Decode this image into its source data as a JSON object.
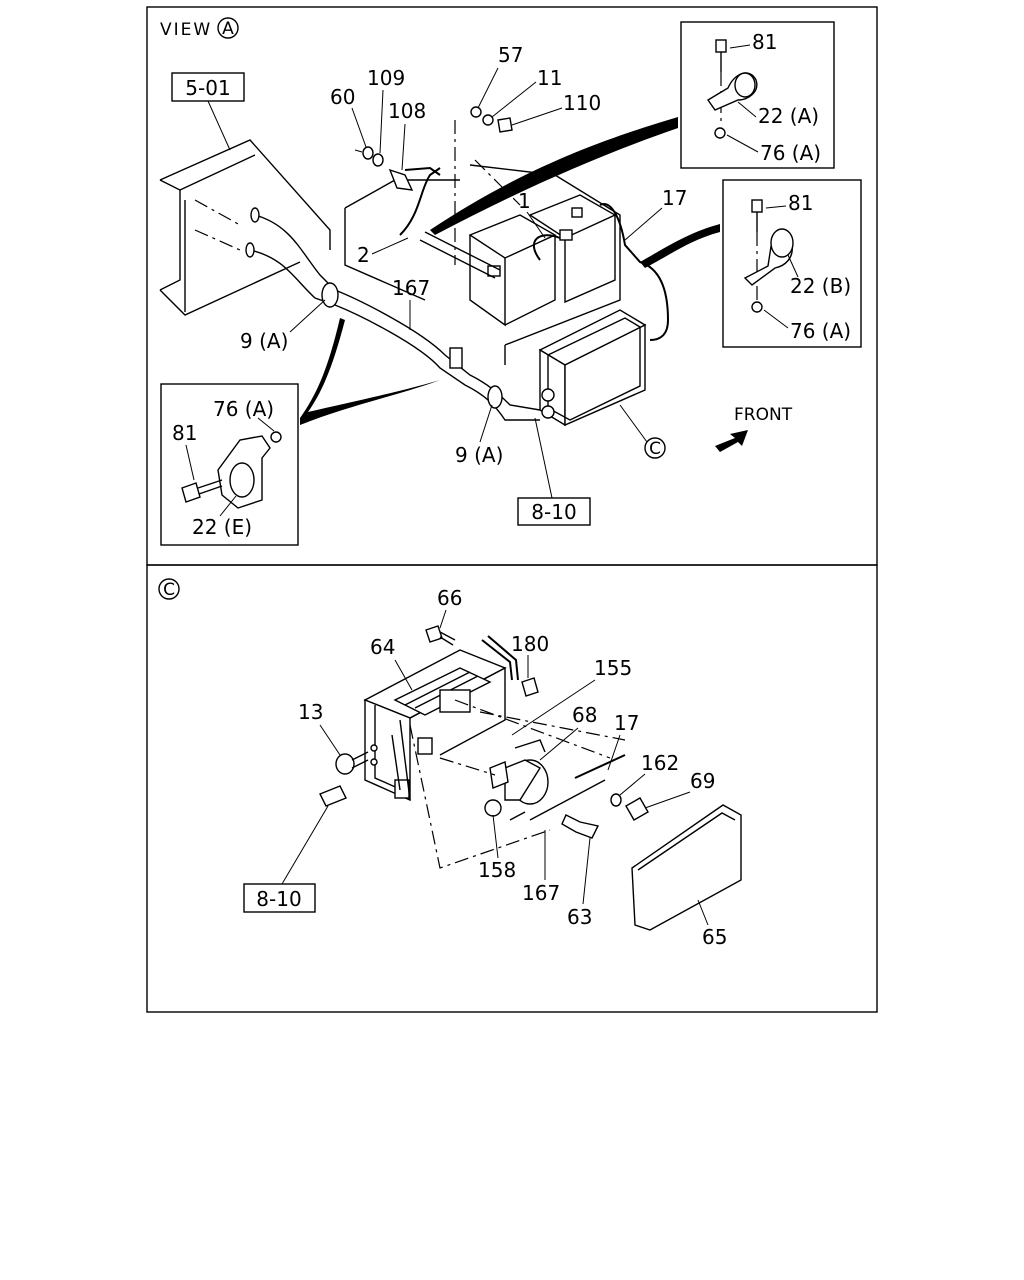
{
  "view_a": {
    "view_label": "VIEW",
    "view_letter": "A",
    "ref_5_01": "5-01",
    "ref_8_10": "8-10",
    "section_c_marker": "C",
    "front_label": "FRONT",
    "labels": {
      "p57": "57",
      "p11": "11",
      "p110": "110",
      "p60": "60",
      "p109": "109",
      "p108": "108",
      "p1": "1",
      "p2": "2",
      "p17": "17",
      "p167": "167",
      "p9a_upper": "9 (A)",
      "p9a_lower": "9 (A)"
    },
    "inset_top_right": {
      "bolt": "81",
      "clamp": "22 (A)",
      "nut": "76 (A)"
    },
    "inset_mid_right": {
      "bolt": "81",
      "clamp": "22 (B)",
      "nut": "76 (A)"
    },
    "inset_left": {
      "nut": "76 (A)",
      "bolt": "81",
      "clamp": "22 (E)"
    }
  },
  "section_c": {
    "marker": "C",
    "ref_8_10": "8-10",
    "labels": {
      "p66": "66",
      "p64": "64",
      "p180": "180",
      "p155": "155",
      "p13": "13",
      "p68": "68",
      "p17": "17",
      "p162": "162",
      "p69": "69",
      "p158": "158",
      "p167": "167",
      "p63": "63",
      "p65": "65"
    }
  }
}
